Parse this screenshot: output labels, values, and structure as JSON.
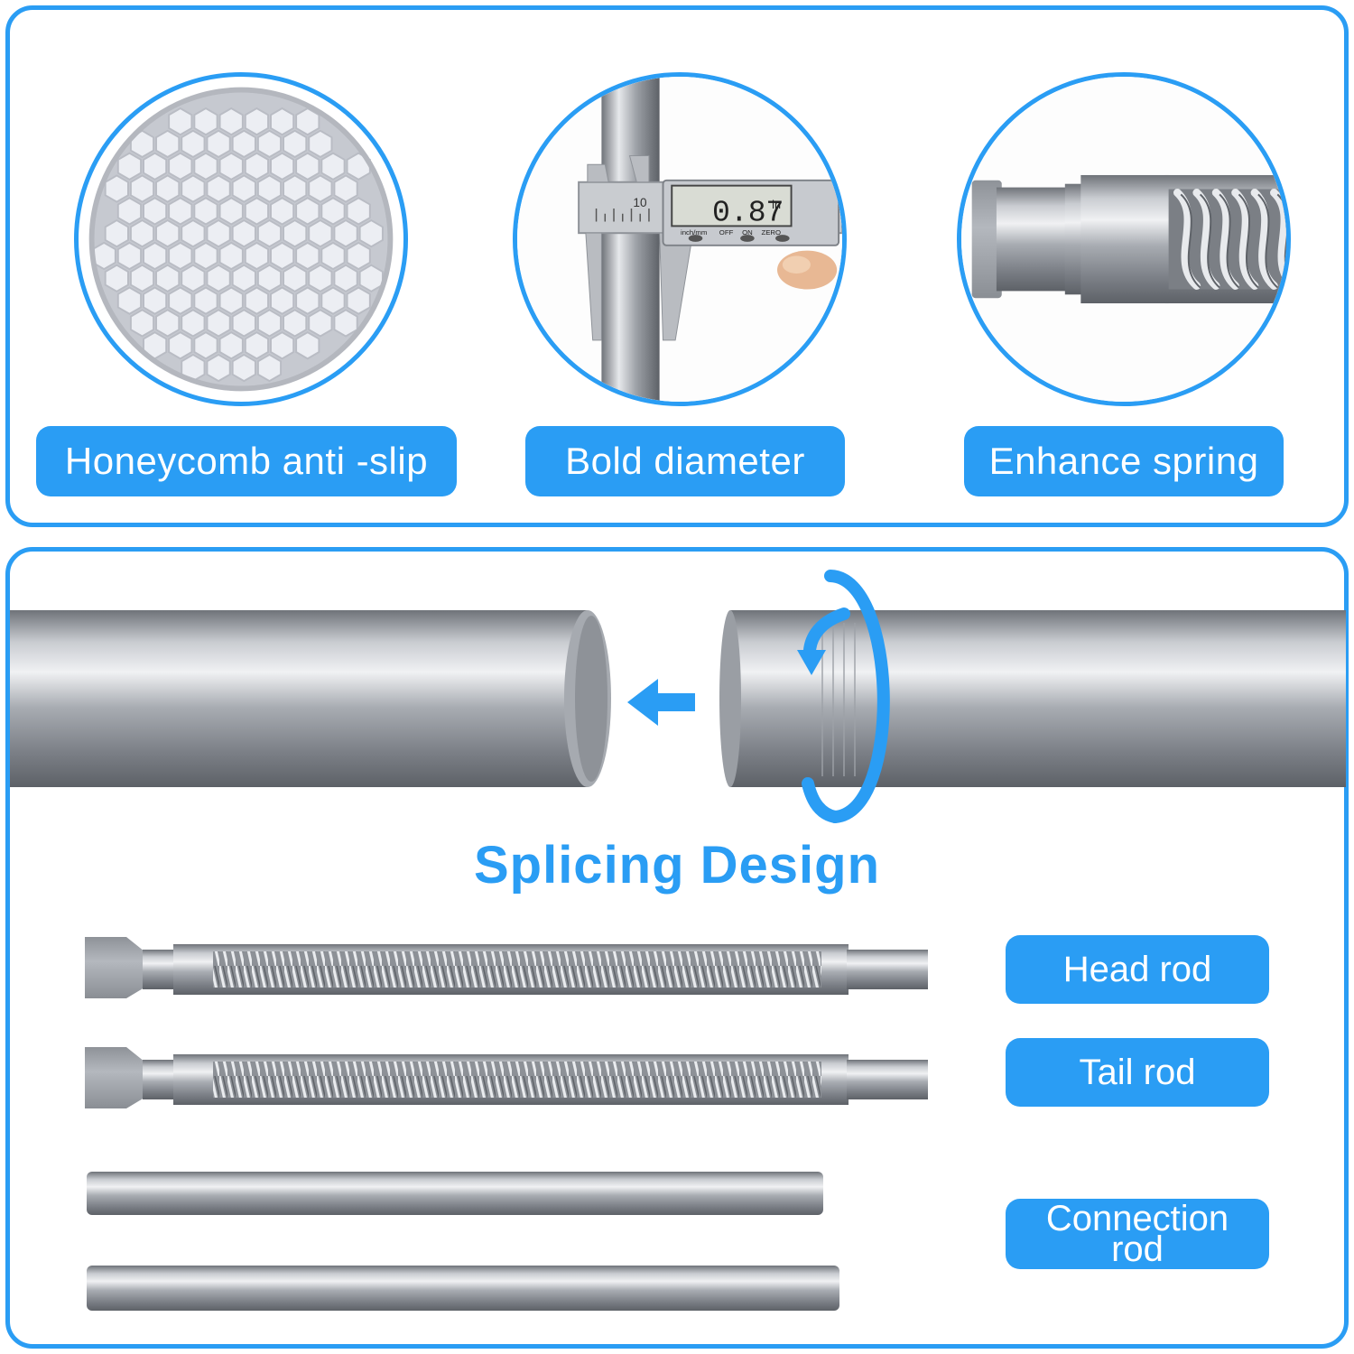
{
  "features": [
    {
      "label": "Honeycomb anti -slip"
    },
    {
      "label": "Bold diameter"
    },
    {
      "label": "Enhance spring"
    }
  ],
  "caliper": {
    "reading": "0.87",
    "unit": "in",
    "scale_mark": "10",
    "buttons": [
      "inch/mm",
      "OFF",
      "ON",
      "ZERO"
    ]
  },
  "splicing": {
    "headline": "Splicing Design"
  },
  "parts": [
    {
      "label": "Head rod"
    },
    {
      "label": "Tail rod"
    },
    {
      "label": "Connection rod"
    }
  ],
  "colors": {
    "accent": "#2a9df4",
    "rubber_cap": "#a9adb4",
    "steel": "#b8bcc2"
  },
  "icons": [
    "rotate-arrow-icon",
    "left-arrow-icon"
  ]
}
